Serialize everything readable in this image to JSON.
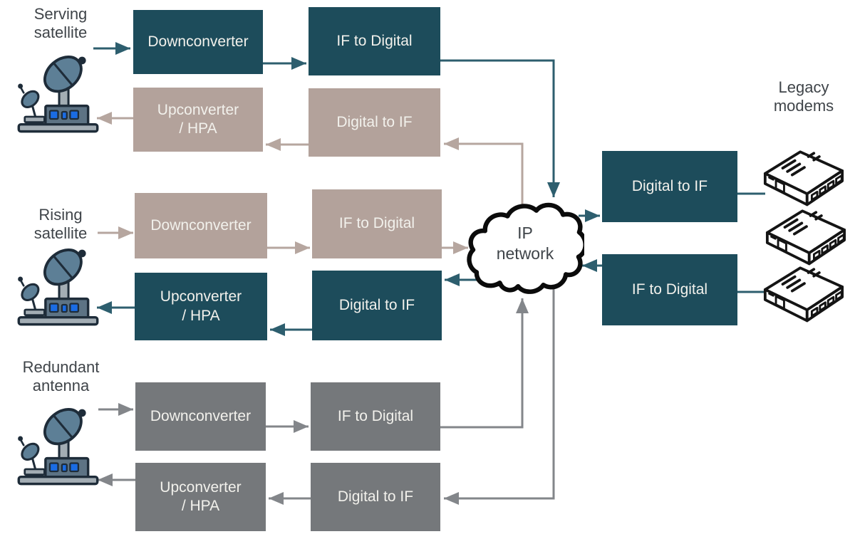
{
  "colors": {
    "teal": "#1d4c5b",
    "tan": "#b3a29b",
    "gray": "#75787b",
    "teal-line": "#2d5e6e",
    "tan-line": "#b6a69f",
    "gray-line": "#83868a",
    "label-text": "#3f4449",
    "box-text": "#f2f1ec",
    "cloud-outline": "#0b0b0b",
    "icon-outline": "#1e2c39",
    "icon-dish": "#5d7f96",
    "icon-metal": "#a3adb4",
    "icon-base": "#5d7384",
    "icon-port-blue": "#1a6ce4",
    "modem-outline": "#141414"
  },
  "groups": {
    "serving": {
      "label_line1": "Serving",
      "label_line2": "satellite",
      "downconverter": "Downconverter",
      "if_to_digital": "IF to Digital",
      "upconverter_line1": "Upconverter",
      "upconverter_line2": "/ HPA",
      "digital_to_if": "Digital to IF"
    },
    "rising": {
      "label_line1": "Rising",
      "label_line2": "satellite",
      "downconverter": "Downconverter",
      "if_to_digital": "IF to Digital",
      "upconverter_line1": "Upconverter",
      "upconverter_line2": "/ HPA",
      "digital_to_if": "Digital to IF"
    },
    "redundant": {
      "label_line1": "Redundant",
      "label_line2": "antenna",
      "downconverter": "Downconverter",
      "if_to_digital": "IF to Digital",
      "upconverter_line1": "Upconverter",
      "upconverter_line2": "/ HPA",
      "digital_to_if": "Digital to IF"
    }
  },
  "cloud": {
    "line1": "IP",
    "line2": "network"
  },
  "right_side": {
    "digital_to_if": "Digital to IF",
    "if_to_digital": "IF to Digital",
    "legacy_line1": "Legacy",
    "legacy_line2": "modems"
  },
  "icons": {
    "ground_station": "satellite-ground-station-icon",
    "modem": "modem-icon",
    "cloud": "ip-network-cloud-icon"
  }
}
